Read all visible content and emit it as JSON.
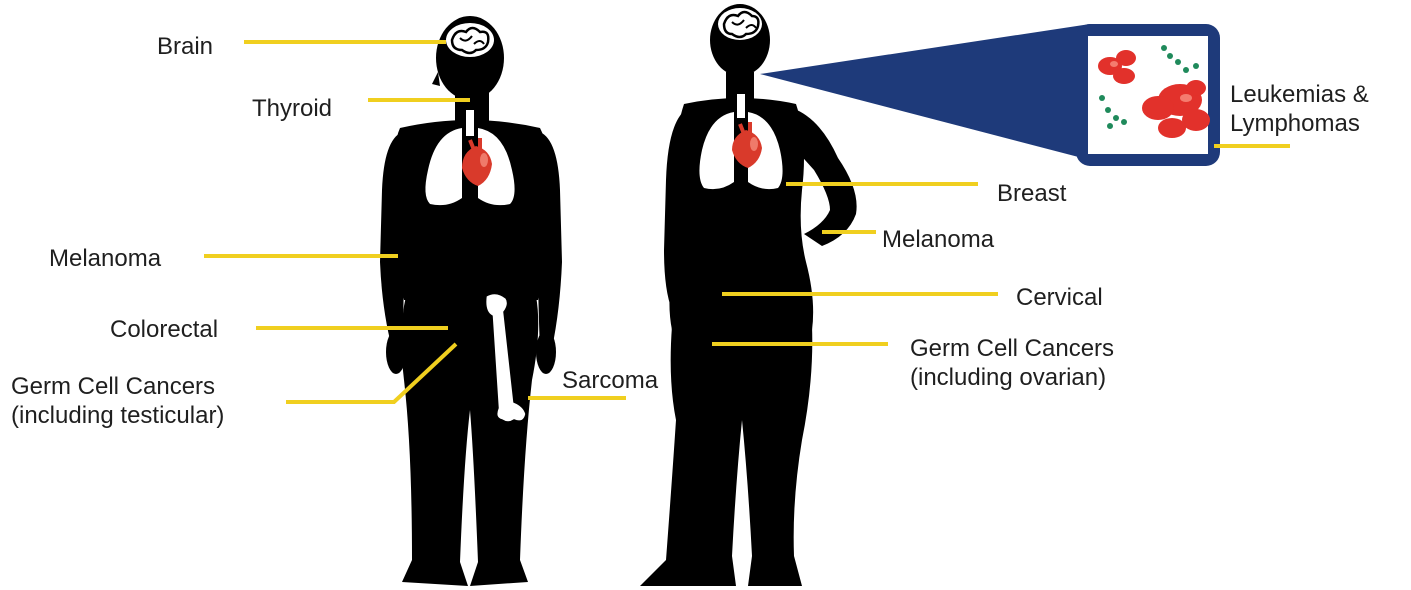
{
  "labels": {
    "brain": "Brain",
    "thyroid": "Thyroid",
    "melanoma_left": "Melanoma",
    "colorectal": "Colorectal",
    "germ_cell_male_line1": "Germ Cell Cancers",
    "germ_cell_male_line2": "(including testicular)",
    "sarcoma": "Sarcoma",
    "breast": "Breast",
    "melanoma_right": "Melanoma",
    "cervical": "Cervical",
    "germ_cell_female_line1": "Germ Cell Cancers",
    "germ_cell_female_line2": "(including ovarian)",
    "leukemia_line1": "Leukemias &",
    "leukemia_line2": "Lymphomas"
  },
  "colors": {
    "silhouette": "#000000",
    "leader_line": "#f0cf1f",
    "callout": "#1e3a7a",
    "heart": "#d93a2b",
    "blood_cell": "#e2312b",
    "platelet": "#1f8a5b",
    "organ_white": "#ffffff"
  },
  "icons": {
    "brain": "brain-icon",
    "heart": "heart-icon",
    "lungs": "lungs-icon",
    "bone": "femur-bone-icon",
    "blood": "blood-cells-icon"
  }
}
